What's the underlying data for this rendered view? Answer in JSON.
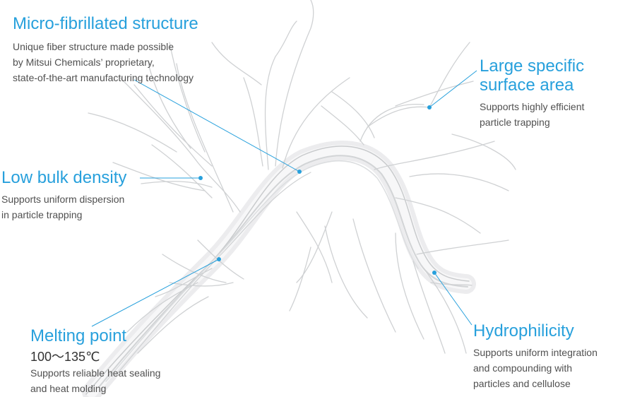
{
  "callouts": {
    "micro": {
      "title": "Micro-fibrillated structure",
      "desc": [
        "Unique fiber structure made possible",
        "by Mitsui Chemicals’ proprietary,",
        "state-of-the-art manufacturing technology"
      ]
    },
    "surface": {
      "title_lines": [
        "Large specific",
        "surface area"
      ],
      "desc": [
        "Supports highly efficient",
        "particle trapping"
      ]
    },
    "bulk": {
      "title": "Low bulk density",
      "desc": [
        "Supports uniform dispersion",
        "in particle trapping"
      ]
    },
    "melt": {
      "title": "Melting point",
      "value": "100〜135℃",
      "desc": [
        "Supports reliable heat sealing",
        "and heat molding"
      ]
    },
    "hydro": {
      "title": "Hydrophilicity",
      "desc": [
        "Supports uniform integration",
        "and compounding with",
        "particles and cellulose"
      ]
    }
  },
  "colors": {
    "accent": "#27a0dc",
    "fiber": "#d4d6d8",
    "text": "#505050"
  }
}
